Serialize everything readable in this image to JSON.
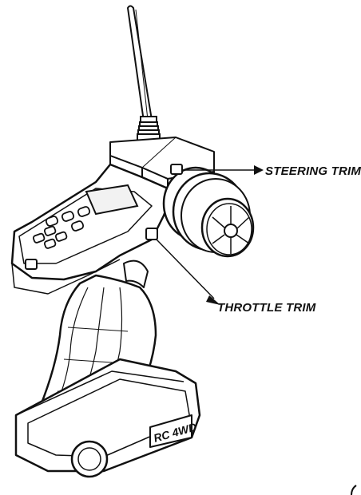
{
  "labels": {
    "steering_trim": "STEERING TRIM",
    "throttle_trim": "THROTTLE TRIM"
  },
  "badge": {
    "text": "RC 4WD"
  },
  "colors": {
    "line": "#111111",
    "fill": "#ffffff",
    "screen": "#f2f2f2"
  }
}
